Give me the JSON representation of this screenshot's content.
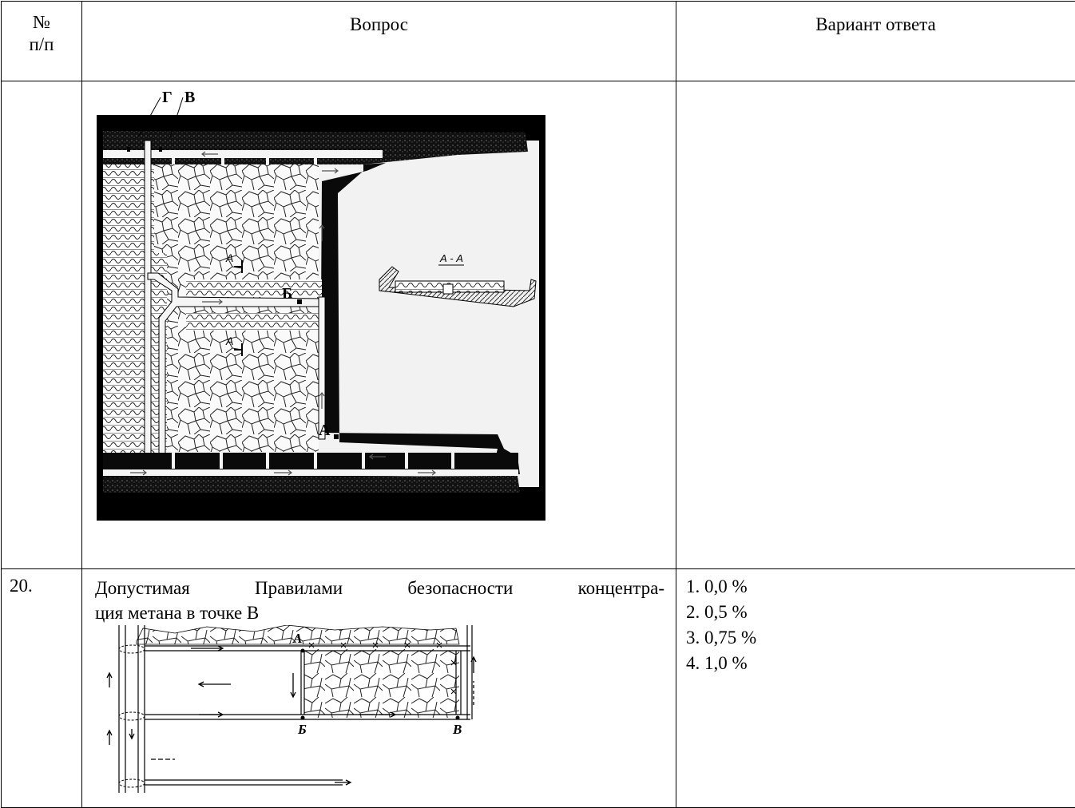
{
  "header": {
    "num_line1": "№",
    "num_line2": "п/п",
    "question": "Вопрос",
    "answer": "Вариант ответа"
  },
  "figure1": {
    "label_g": "Г",
    "label_v": "В",
    "label_b": "Б",
    "label_a": "А",
    "label_a_mark1": "А",
    "label_a_mark2": "А",
    "section_label": "А - А"
  },
  "question20": {
    "number": "20.",
    "text_line1": "Допустимая Правилами безопасности концентра-",
    "text_line2": "ция метана в точке В",
    "figure_labels": {
      "a": "А",
      "b": "Б",
      "v": "В"
    },
    "answers": [
      "1. 0,0 %",
      "2. 0,5 %",
      "3. 0,75 %",
      "4. 1,0 %"
    ]
  }
}
